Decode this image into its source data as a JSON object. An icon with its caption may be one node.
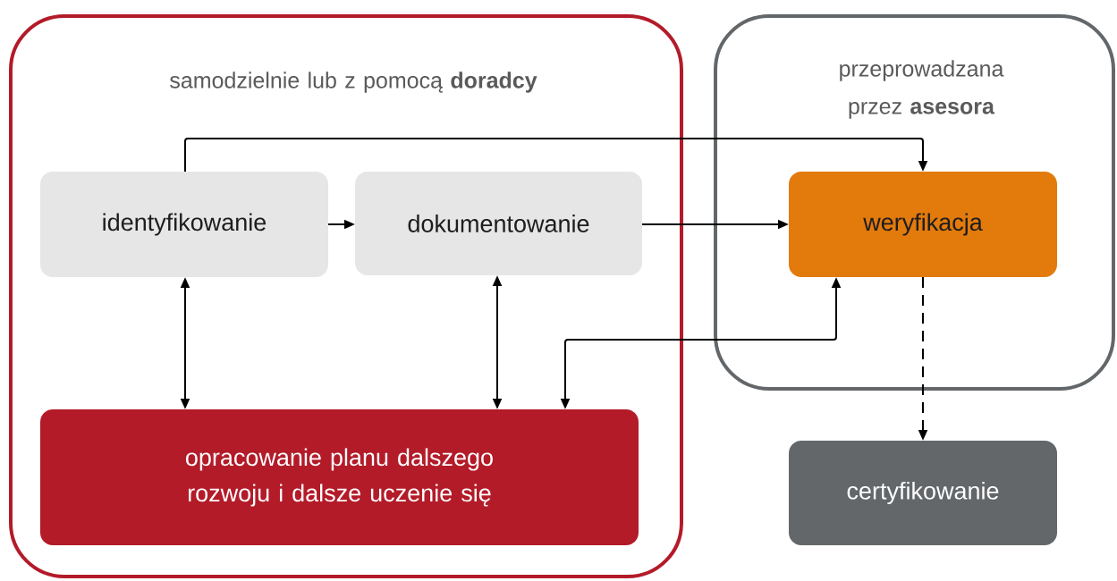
{
  "diagram": {
    "nodes": [
      {
        "text": [
          "samodzielnie lub z pomocą **doradcy**"
        ]
      },
      {
        "text": [
          "przeprowadzana przez **asesora**"
        ]
      },
      {
        "text": [
          "identyfikowanie"
        ],
        "in": 0
      },
      {
        "text": [
          "dokumentowanie"
        ],
        "in": 0
      },
      {
        "text": [
          "weryfikacja"
        ],
        "in": 1
      },
      {
        "text": [
          "opracowanie planu dalszego rozwoju i dalsze uczenie się"
        ],
        "in": 0
      },
      {
        "text": [
          "certyfikowanie"
        ]
      }
    ],
    "edges": [
      {
        "from": 2,
        "to": 4,
        "arrow": "to"
      },
      {
        "from": 2,
        "to": 3,
        "arrow": "to"
      },
      {
        "from": 3,
        "to": 4,
        "arrow": "to"
      },
      {
        "from": 2,
        "to": 5,
        "arrow": "both"
      },
      {
        "from": 3,
        "to": 5,
        "arrow": "both"
      },
      {
        "from": 4,
        "to": 5,
        "arrow": "both"
      },
      {
        "from": 4,
        "to": 6,
        "arrow": "to",
        "style": "dashed"
      }
    ]
  }
}
